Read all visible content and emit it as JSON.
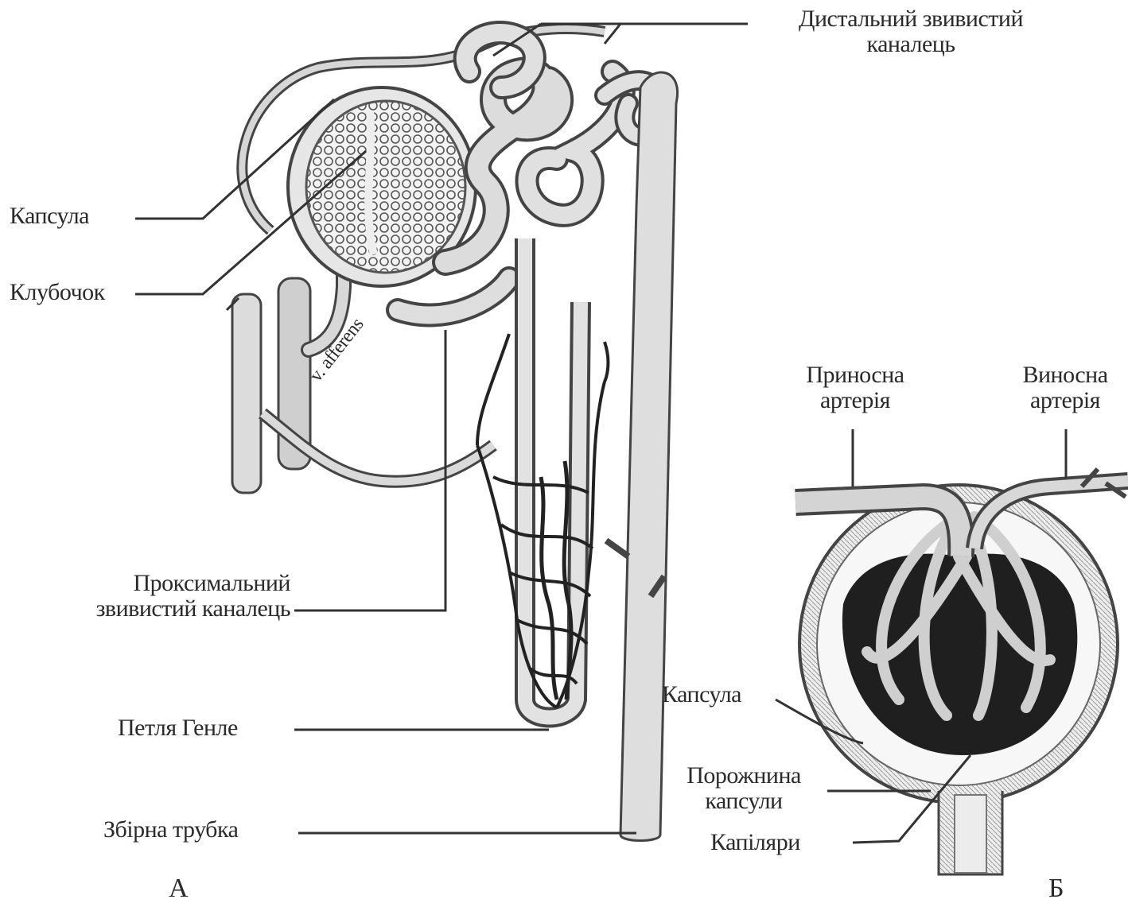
{
  "labels": {
    "distal": [
      "Дистальний звивистий",
      "каналець"
    ],
    "capsule_a": "Капсула",
    "glomerulus": "Клубочок",
    "vas_afferens": "v. afferens",
    "proximal": [
      "Проксимальний",
      "звивистий каналець"
    ],
    "loop": "Петля Генле",
    "collecting": "Збірна трубка",
    "afferent_artery": [
      "Приносна",
      "артерія"
    ],
    "efferent_artery": [
      "Виносна",
      "артерія"
    ],
    "capsule_b": "Капсула",
    "cavity": [
      "Порожнина",
      "капсули"
    ],
    "capillaries": "Капіляри",
    "panel_a": "А",
    "panel_b": "Б"
  }
}
